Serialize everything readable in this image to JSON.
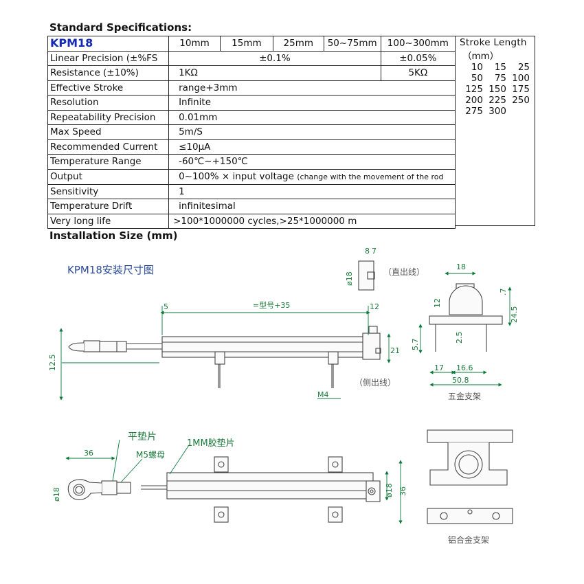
{
  "spec_heading": "Standard Specifications:",
  "install_heading": "Installation Size (mm)",
  "model": "KPM18",
  "stroke_columns": [
    "10mm",
    "15mm",
    "25mm",
    "50~75mm",
    "100~300mm"
  ],
  "rows": {
    "linear_precision": {
      "label": "Linear Precision (±%FS",
      "a": "±0.1%",
      "b": "±0.05%"
    },
    "resistance": {
      "label": "Resistance (±10%)",
      "a": "1KΩ",
      "b": "5KΩ"
    },
    "effective_stroke": {
      "label": "Effective Stroke",
      "value": "range+3mm"
    },
    "resolution": {
      "label": "Resolution",
      "value": "Infinite"
    },
    "repeatability": {
      "label": "Repeatability Precision",
      "value": "0.01mm"
    },
    "max_speed": {
      "label": "Max Speed",
      "value": "5m/S"
    },
    "current": {
      "label": "Recommended Current",
      "value": "≤10μA"
    },
    "temp_range": {
      "label": "Temperature Range",
      "value": "-60℃~+150℃"
    },
    "output": {
      "label": "Output",
      "value": "0~100% × input voltage",
      "note": "(change with the movement of the rod"
    },
    "sensitivity": {
      "label": "Sensitivity",
      "value": "1"
    },
    "temp_drift": {
      "label": "Temperature Drift",
      "value": "infinitesimal"
    },
    "life": {
      "label": "Very long life",
      "value": ">100*1000000 cycles,>25*1000000 m"
    }
  },
  "stroke_length": {
    "title": "Stroke Length",
    "unit": "（mm）",
    "values": [
      [
        "10",
        "15",
        "25"
      ],
      [
        "50",
        "75",
        "100"
      ],
      [
        "125",
        "150",
        "175"
      ],
      [
        "200",
        "225",
        "250"
      ],
      [
        "275",
        "300",
        ""
      ]
    ]
  },
  "drawing": {
    "title": "KPM18安装尺寸图",
    "straight_out": "（直出线）",
    "side_out": "（侧出线）",
    "five_metal_bracket": "五金支架",
    "alloy_bracket": "铝合金支架",
    "flat_washer": "平垫片",
    "m5_nut": "M5螺母",
    "rubber_washer": "1MM胶垫片",
    "dims": {
      "d5": "5",
      "model_plus": "=型号+35",
      "d12": "12",
      "d21": "21",
      "d12_5": "12.5",
      "m4": "M4",
      "d8": "8",
      "d7": "7",
      "d18": "ø18",
      "b18": "18",
      "b12": "12",
      "b7": ".7",
      "b24_5": "24.5",
      "b5_7": "5.7",
      "b2_5": "2.5",
      "b17": "17",
      "b16_6": "16.6",
      "b50_8": "50.8",
      "d36a": "36",
      "dphi18": "ø18",
      "dphi18b": "ø18",
      "d36b": "36"
    }
  }
}
